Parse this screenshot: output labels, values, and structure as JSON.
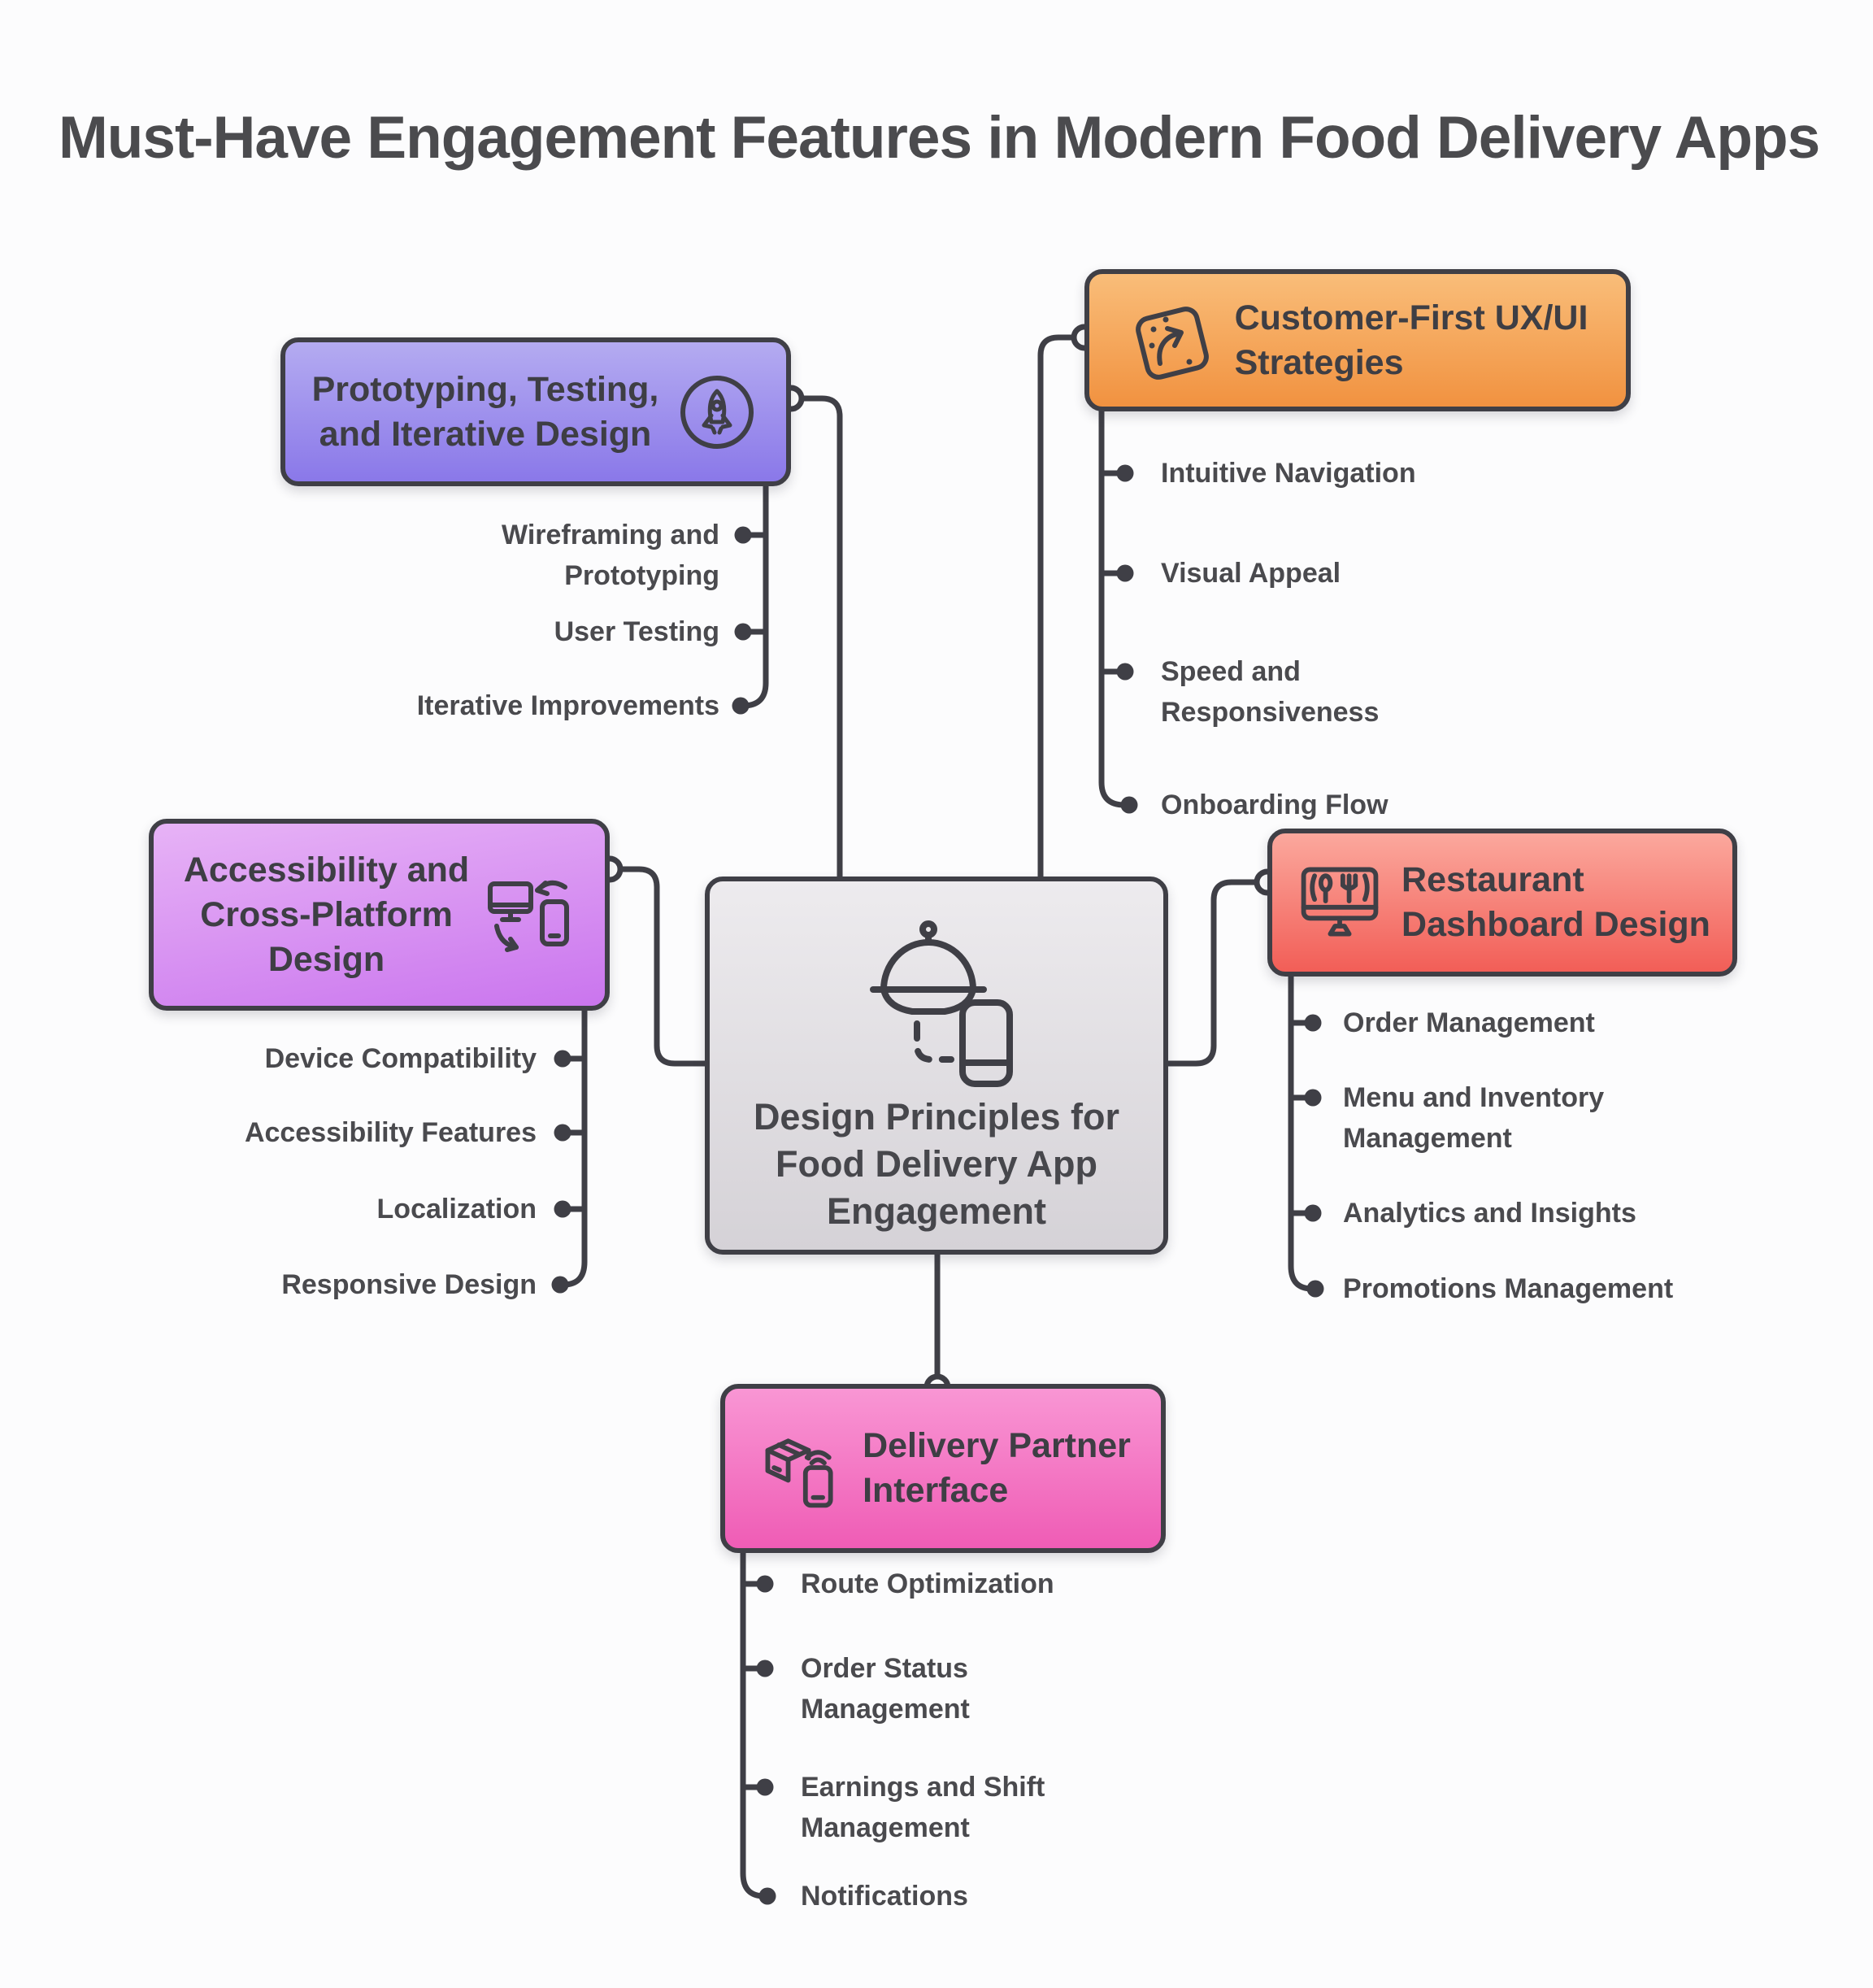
{
  "title": "Must-Have Engagement Features in Modern Food Delivery Apps",
  "colors": {
    "ink": "#3f3f46",
    "background": "#fcfcfd",
    "purple_top": "#b4abf1",
    "purple_bottom": "#8a78e9",
    "orange_top": "#f9bd79",
    "orange_bottom": "#f19240",
    "magenta_top": "#e7b3f6",
    "magenta_bottom": "#ca75ee",
    "salmon_top": "#fba89d",
    "salmon_bottom": "#f25e57",
    "pink_top": "#f996d4",
    "pink_bottom": "#ef5cb5",
    "center_top": "#edebee",
    "center_bottom": "#d5d2d7"
  },
  "center": {
    "label": "Design Principles for\nFood Delivery App\nEngagement",
    "icon": "cloche-and-phone-icon"
  },
  "branches": [
    {
      "id": "prototyping",
      "label": "Prototyping, Testing,\nand Iterative Design",
      "icon": "rocket-icon",
      "items": [
        "Wireframing and\nPrototyping",
        "User Testing",
        "Iterative Improvements"
      ]
    },
    {
      "id": "customer-first",
      "label": "Customer-First UX/UI\nStrategies",
      "icon": "map-route-icon",
      "items": [
        "Intuitive Navigation",
        "Visual Appeal",
        "Speed and\nResponsiveness",
        "Onboarding Flow"
      ]
    },
    {
      "id": "accessibility",
      "label": "Accessibility and\nCross-Platform\nDesign",
      "icon": "devices-sync-icon",
      "items": [
        "Device Compatibility",
        "Accessibility Features",
        "Localization",
        "Responsive Design"
      ]
    },
    {
      "id": "restaurant-dashboard",
      "label": "Restaurant\nDashboard Design",
      "icon": "monitor-cutlery-icon",
      "items": [
        "Order Management",
        "Menu and Inventory\nManagement",
        "Analytics and Insights",
        "Promotions Management"
      ]
    },
    {
      "id": "delivery-partner",
      "label": "Delivery Partner\nInterface",
      "icon": "package-phone-icon",
      "items": [
        "Route Optimization",
        "Order Status\nManagement",
        "Earnings and Shift\nManagement",
        "Notifications"
      ]
    }
  ]
}
